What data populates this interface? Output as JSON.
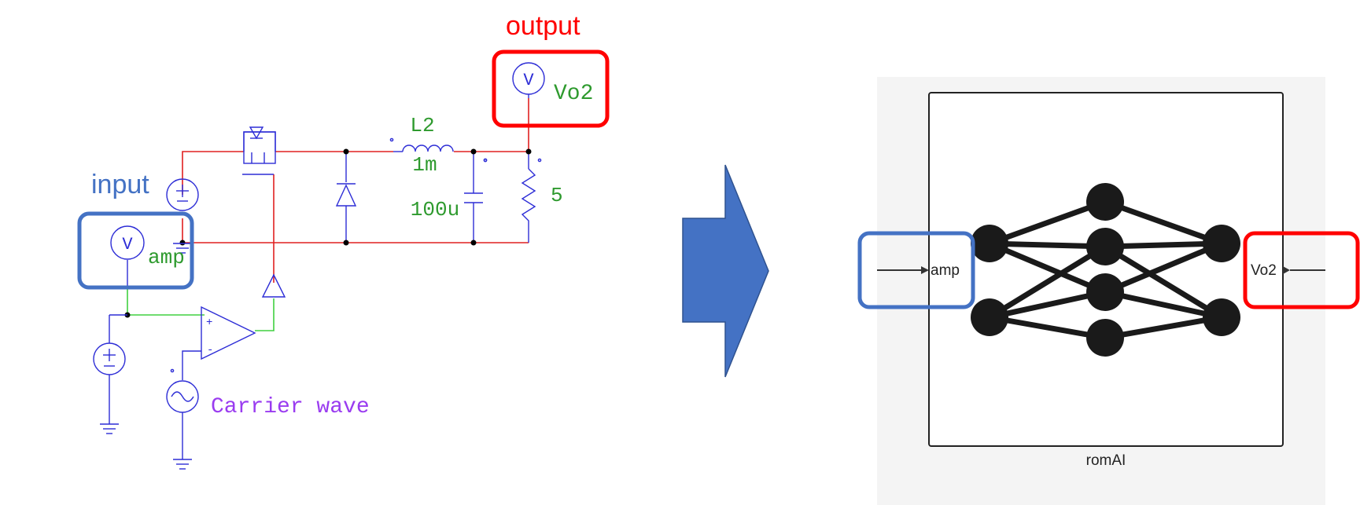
{
  "circuit": {
    "input_label": "input",
    "output_label": "output",
    "input_meter": {
      "symbol": "V",
      "name": "amp"
    },
    "output_meter": {
      "symbol": "V",
      "name": "Vo2"
    },
    "inductor": {
      "name": "L2",
      "value": "1m"
    },
    "capacitor": {
      "value": "100u"
    },
    "resistor": {
      "value": "5"
    },
    "source_label": "Carrier wave"
  },
  "rom_block": {
    "input_port": "amp",
    "output_port": "Vo2",
    "block_name": "romAI"
  },
  "colors": {
    "component": "#2d2dd6",
    "wire_red": "#e02020",
    "wire_green": "#40d040",
    "value_text": "#2e9a2e",
    "carrier_text": "#9a3cf0",
    "input_highlight": "#4472c4",
    "output_highlight": "#ff0000",
    "arrow_fill": "#4472c4"
  }
}
